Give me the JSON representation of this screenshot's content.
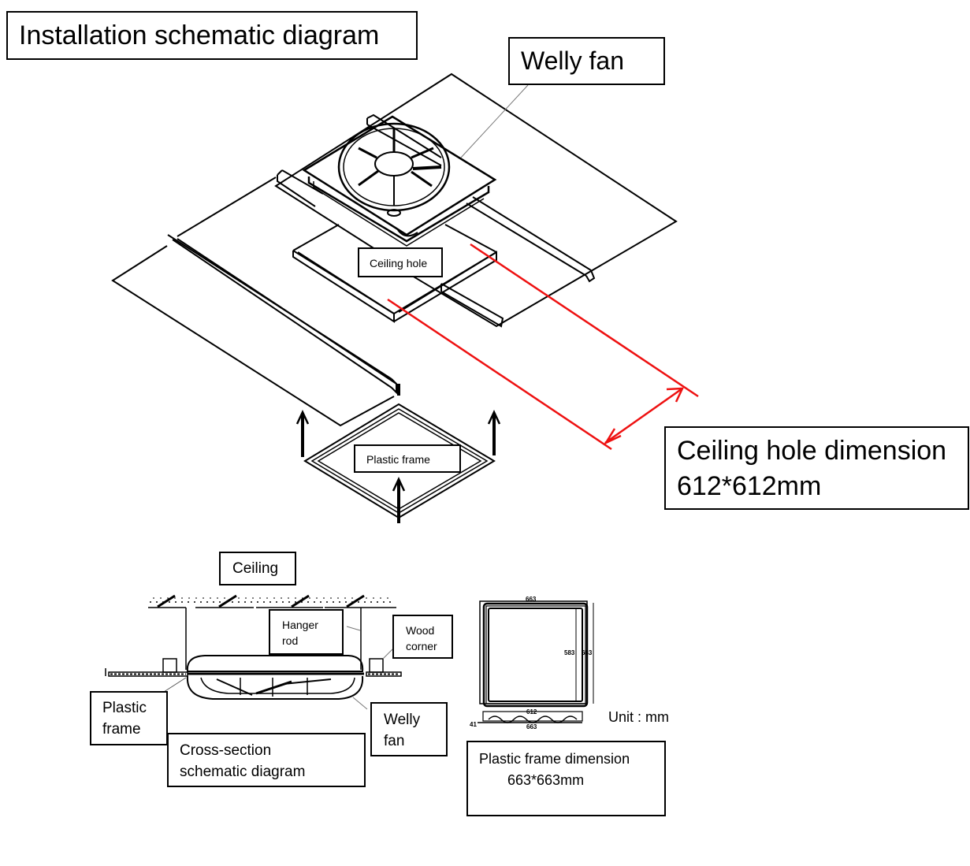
{
  "title": "Installation schematic diagram",
  "labels": {
    "welly_fan_top": "Welly fan",
    "ceiling_hole": "Ceiling hole",
    "plastic_frame_center": "Plastic frame",
    "ceiling_hole_dimension_line1": "Ceiling hole dimension",
    "ceiling_hole_dimension_line2": "612*612mm",
    "ceiling": "Ceiling",
    "hanger_rod_line1": "Hanger",
    "hanger_rod_line2": "rod",
    "wood_corner_line1": "Wood",
    "wood_corner_line2": "corner",
    "plastic_frame_line1": "Plastic",
    "plastic_frame_line2": "frame",
    "welly_fan_bottom_line1": "Welly",
    "welly_fan_bottom_line2": "fan",
    "cross_section_line1": "Cross-section",
    "cross_section_line2": "schematic diagram",
    "unit": "Unit : mm",
    "frame_dimension_line1": "Plastic frame dimension",
    "frame_dimension_line2": "663*663mm"
  },
  "frame_drawing_dims": {
    "top_width": "663",
    "inner_height": "583",
    "outer_height": "663",
    "side_inner": "612",
    "side_outer": "663",
    "side_thickness": "41"
  },
  "colors": {
    "dimension_line": "#ee1111",
    "line": "#000000"
  }
}
